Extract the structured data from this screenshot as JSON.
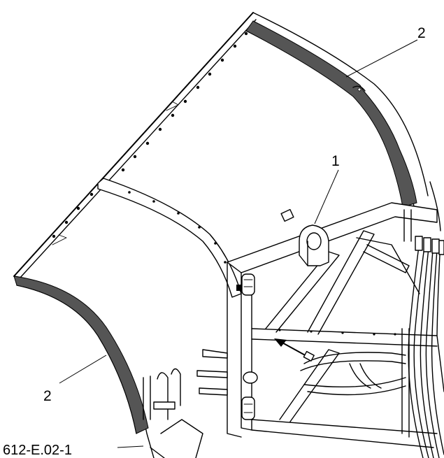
{
  "figure": {
    "id_label": "612-E.02-1",
    "callouts": [
      {
        "key": "deflector-plate",
        "label": "1"
      },
      {
        "key": "rubber-strip-upper",
        "label": "2"
      },
      {
        "key": "rubber-strip-lower",
        "label": "2"
      }
    ]
  },
  "colors": {
    "line": "#000000",
    "rubber_strip": "#555555",
    "background": "#ffffff"
  }
}
